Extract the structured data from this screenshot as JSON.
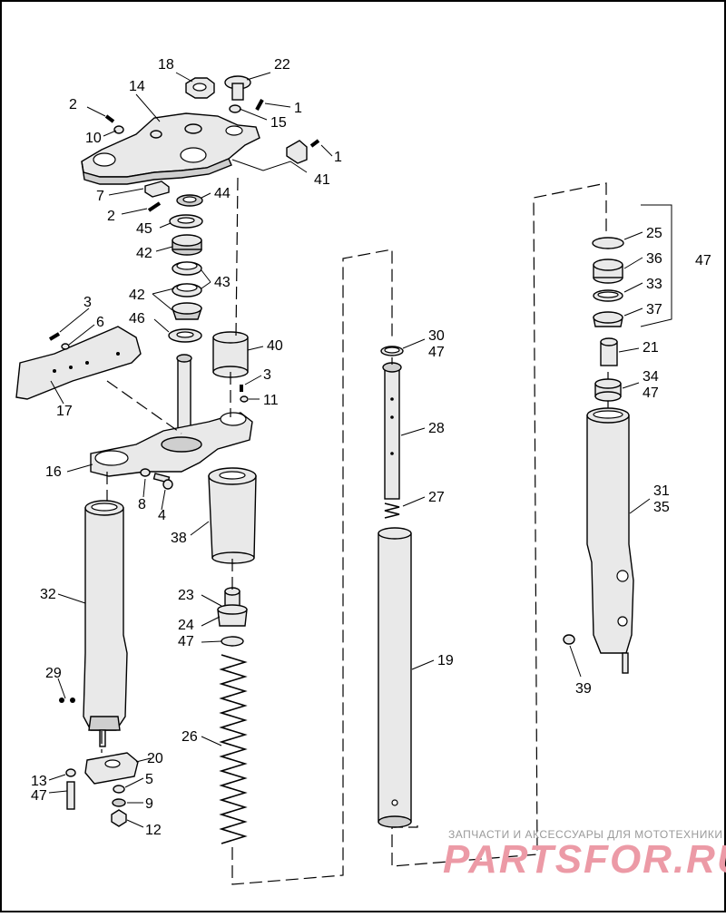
{
  "labels": {
    "l1a": "1",
    "l1b": "1",
    "l2a": "2",
    "l2b": "2",
    "l3a": "3",
    "l3b": "3",
    "l4": "4",
    "l5": "5",
    "l6": "6",
    "l7": "7",
    "l8": "8",
    "l9": "9",
    "l10": "10",
    "l11": "11",
    "l12": "12",
    "l13": "13",
    "l14": "14",
    "l15": "15",
    "l16": "16",
    "l17": "17",
    "l18": "18",
    "l19": "19",
    "l20": "20",
    "l21": "21",
    "l22": "22",
    "l23": "23",
    "l24": "24",
    "l25": "25",
    "l26": "26",
    "l27": "27",
    "l28": "28",
    "l29": "29",
    "l30": "30",
    "l31": "31",
    "l32": "32",
    "l33": "33",
    "l34": "34",
    "l35": "35",
    "l36": "36",
    "l37": "37",
    "l38": "38",
    "l39": "39",
    "l40": "40",
    "l41": "41",
    "l42a": "42",
    "l42b": "42",
    "l43": "43",
    "l44": "44",
    "l45": "45",
    "l46": "46",
    "l47a": "47",
    "l47b": "47",
    "l47c": "47",
    "l47d": "47",
    "l47e": "47"
  },
  "watermark": {
    "line1": "ЗАПЧАСТИ И АКСЕССУАРЫ ДЛЯ МОТОТЕХНИКИ",
    "line2": "PARTSFOR.RU"
  },
  "colors": {
    "line": "#000000",
    "background": "#ffffff",
    "watermark_logo": "#ec9aa6",
    "watermark_text": "#9a9a9a"
  }
}
